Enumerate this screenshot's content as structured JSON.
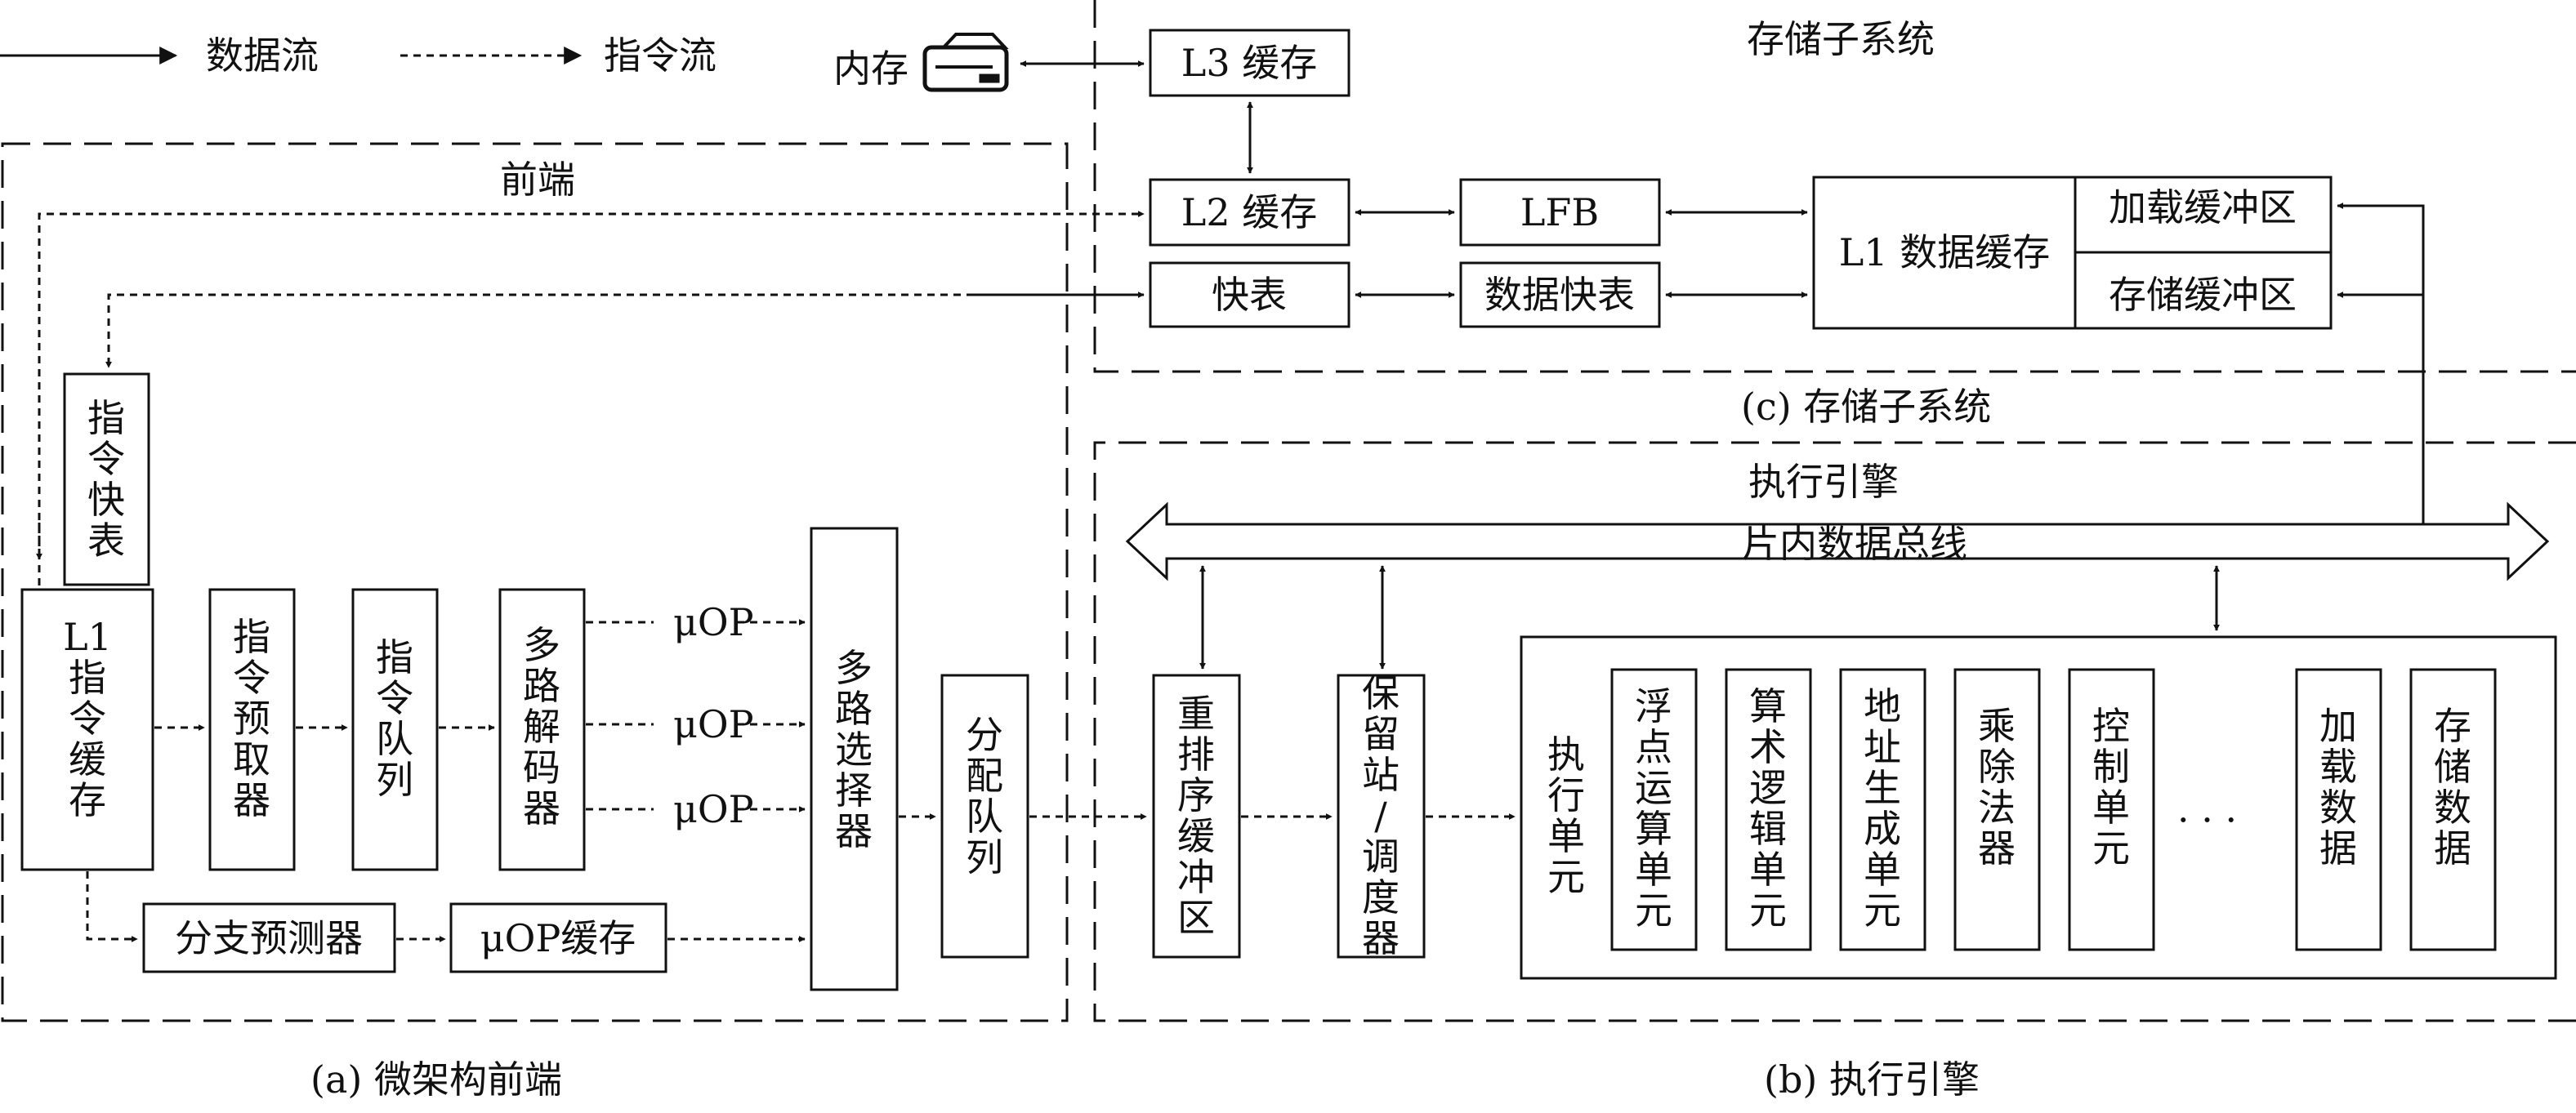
{
  "legend": {
    "data_flow": "数据流",
    "instr_flow": "指令流"
  },
  "memory": "内存",
  "storage": {
    "title": "存储子系统",
    "l3": "L3 缓存",
    "l2": "L2 缓存",
    "lfb": "LFB",
    "tlb": "快表",
    "dtlb": "数据快表",
    "l1d": "L1 数据缓存",
    "load_buf": "加载缓冲区",
    "store_buf": "存储缓冲区",
    "caption": "(c) 存储子系统"
  },
  "frontend": {
    "title": "前端",
    "itlb": "指令快表",
    "l1i": "L1指令缓存",
    "prefetch": "指令预取器",
    "queue": "指令队列",
    "decoder": "多路解码器",
    "uop1": "μOP",
    "uop2": "μOP",
    "uop3": "μOP",
    "mux": "多路选择器",
    "alloc": "分配队列",
    "bp": "分支预测器",
    "uop_cache": "μOP缓存",
    "caption": "(a) 微架构前端"
  },
  "engine": {
    "title": "执行引擎",
    "bus": "片内数据总线",
    "rob": "重排序缓冲区",
    "rs": "保留站/调度器",
    "exec_unit": "执行单元",
    "fpu": "浮点运算单元",
    "alu": "算术逻辑单元",
    "agu": "地址生成单元",
    "muldiv": "乘除法器",
    "ctrl": "控制单元",
    "dots": "· · ·",
    "load": "加载数据",
    "store": "存储数据",
    "caption": "(b) 执行引擎"
  }
}
